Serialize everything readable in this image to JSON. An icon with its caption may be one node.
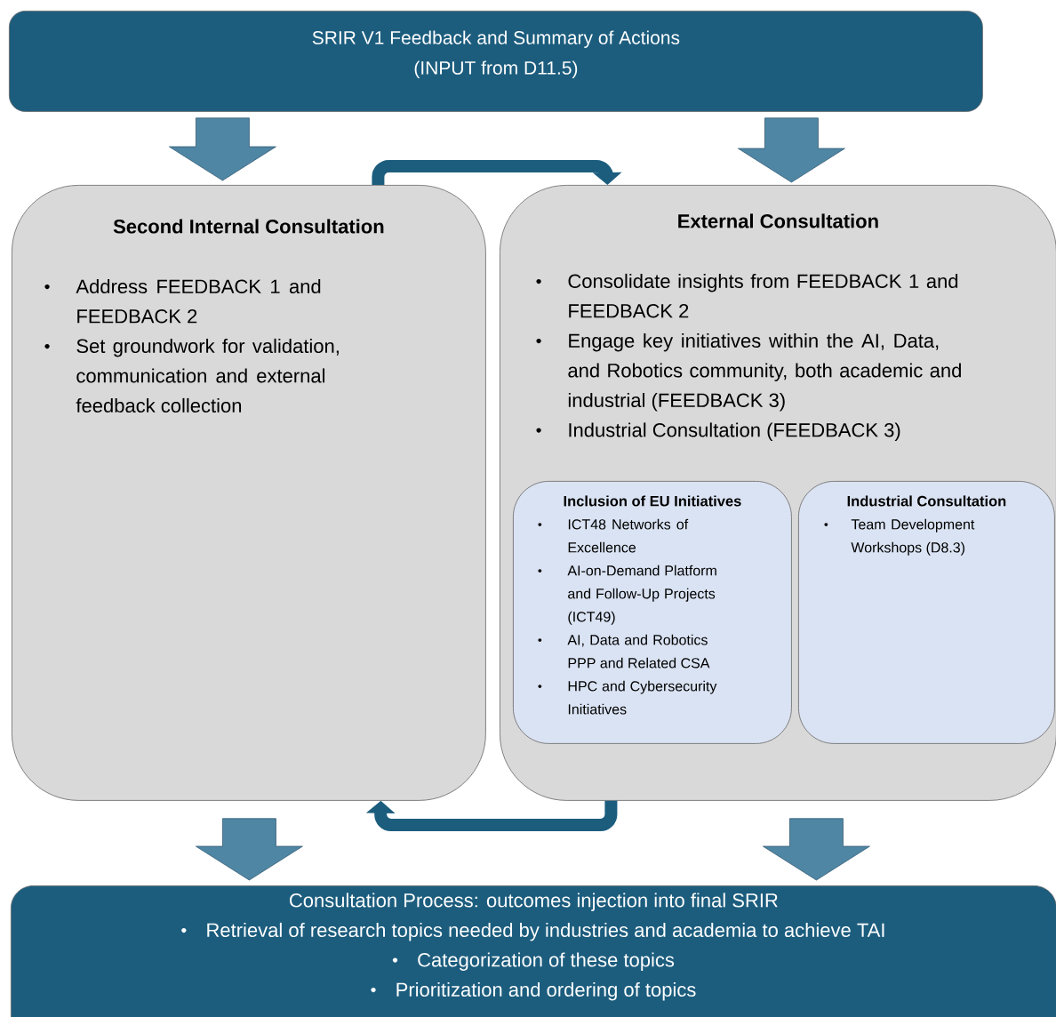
{
  "diagram": {
    "nodes": [
      {
        "text": [
          "SRIR V1 Feedback and Summary of Actions (INPUT from D11.5)"
        ]
      },
      {
        "text": [
          "Second Internal Consultation",
          "Address FEEDBACK 1 and FEEDBACK 2",
          "Set groundwork for validation, communication and external feedback collection"
        ]
      },
      {
        "text": [
          "External Consultation",
          "Consolidate insights from FEEDBACK 1 and FEEDBACK 2",
          "Engage key initiatives within the AI, Data, and Robotics community, both academic and industrial (FEEDBACK 3)",
          "Industrial Consultation (FEEDBACK 3)"
        ]
      },
      {
        "text": [
          "Inclusion of EU Initiatives",
          "ICT48 Networks of Excellence",
          "AI-on-Demand Platform and Follow-Up Projects (ICT49)",
          "AI, Data and Robotics PPP and Related CSA",
          "HPC and Cybersecurity Initiatives"
        ],
        "in": 2
      },
      {
        "text": [
          "Industrial Consultation",
          "Team Development Workshops (D8.3)"
        ],
        "in": 2
      },
      {
        "text": [
          "Consultation Process: outcomes injection into final SRIR",
          "Retrieval of research topics needed by industries and academia to achieve TAI",
          "Categorization of these topics",
          "Prioritization and ordering of topics"
        ]
      }
    ],
    "edges": [
      {
        "from": 0,
        "to": 1,
        "arrow": "to"
      },
      {
        "from": 0,
        "to": 2,
        "arrow": "to"
      },
      {
        "from": 1,
        "to": 2,
        "arrow": "to",
        "color": "#1c5d7e"
      },
      {
        "from": 2,
        "to": 1,
        "arrow": "to",
        "color": "#1c5d7e"
      },
      {
        "from": 1,
        "to": 5,
        "arrow": "to"
      },
      {
        "from": 2,
        "to": 5,
        "arrow": "to"
      }
    ]
  }
}
